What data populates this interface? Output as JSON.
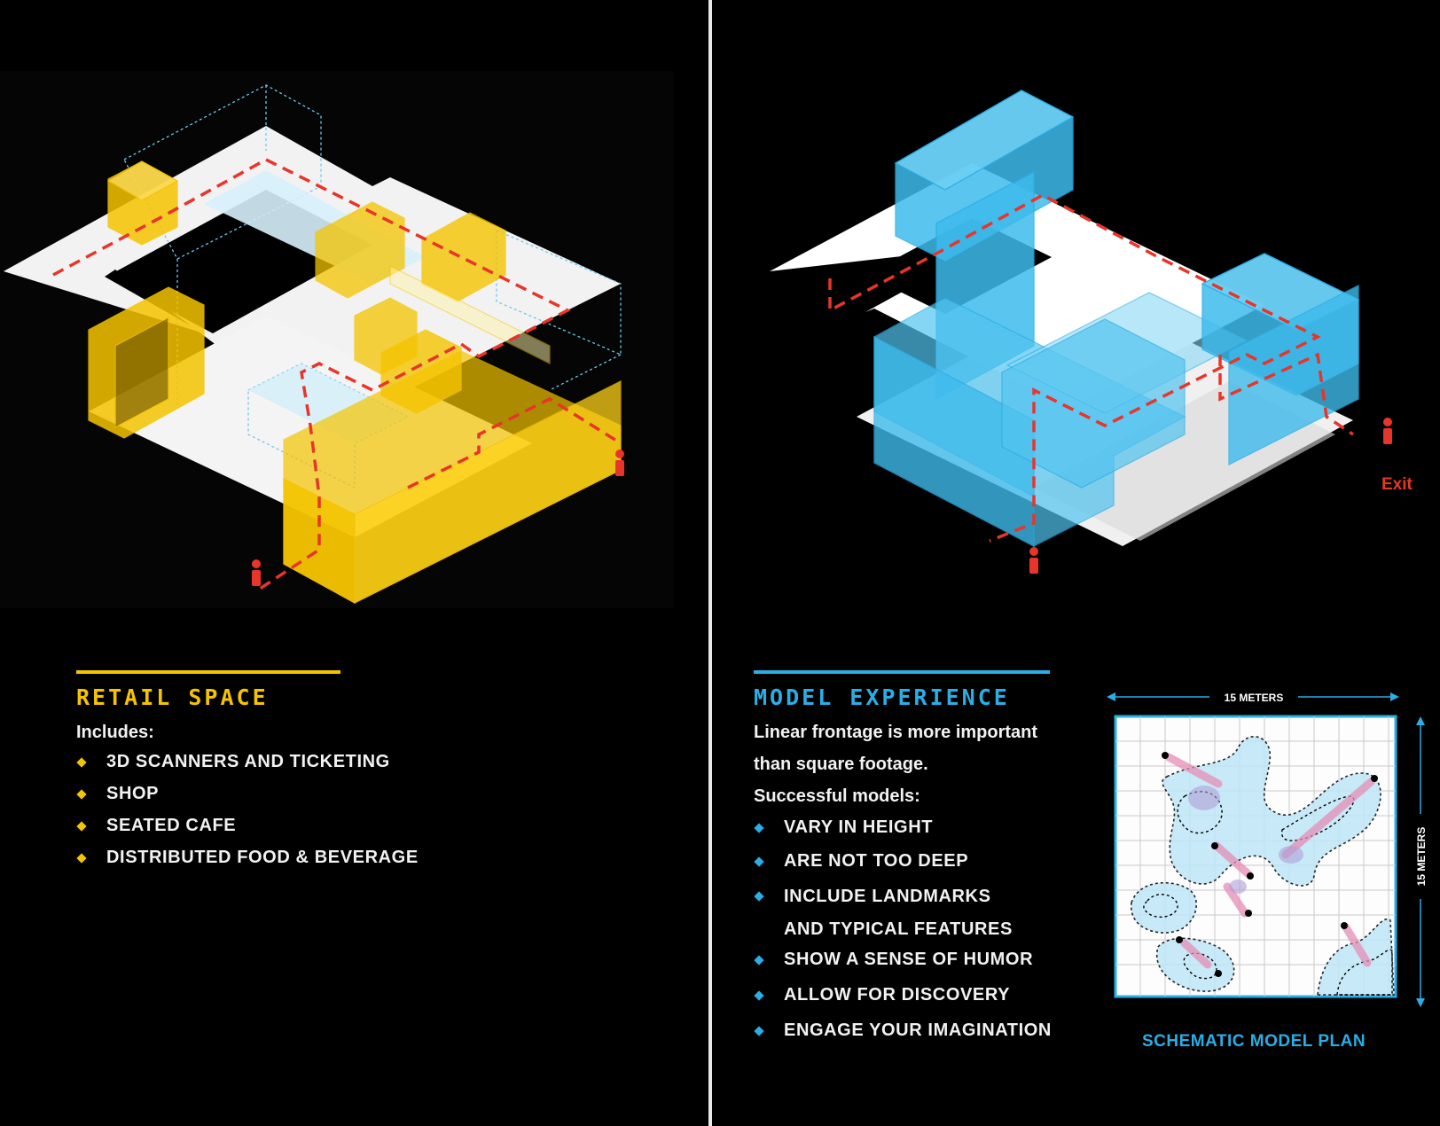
{
  "retail": {
    "title": "RETAIL SPACE",
    "intro": "Includes:",
    "accent": "#f5c400",
    "items": [
      "3D SCANNERS AND TICKETING",
      "SHOP",
      "SEATED CAFE",
      "DISTRIBUTED FOOD & BEVERAGE"
    ]
  },
  "model": {
    "title": "MODEL EXPERIENCE",
    "intro_line1": "Linear frontage is more important",
    "intro_line2": "than square footage.",
    "intro_line3": "Successful models:",
    "accent": "#29aee6",
    "items": [
      {
        "line1": "VARY IN HEIGHT",
        "line2": ""
      },
      {
        "line1": "ARE NOT TOO DEEP",
        "line2": ""
      },
      {
        "line1": "INCLUDE LANDMARKS",
        "line2": "AND TYPICAL FEATURES"
      },
      {
        "line1": "SHOW A SENSE OF HUMOR",
        "line2": ""
      },
      {
        "line1": "ALLOW FOR DISCOVERY",
        "line2": ""
      },
      {
        "line1": "ENGAGE YOUR IMAGINATION",
        "line2": ""
      }
    ]
  },
  "plan": {
    "caption": "SCHEMATIC MODEL PLAN",
    "width_label": "15 METERS",
    "height_label": "15 METERS"
  },
  "diagram": {
    "exit_label": "Exit",
    "path_color": "#e8352a",
    "person_icon": "person-icon"
  }
}
